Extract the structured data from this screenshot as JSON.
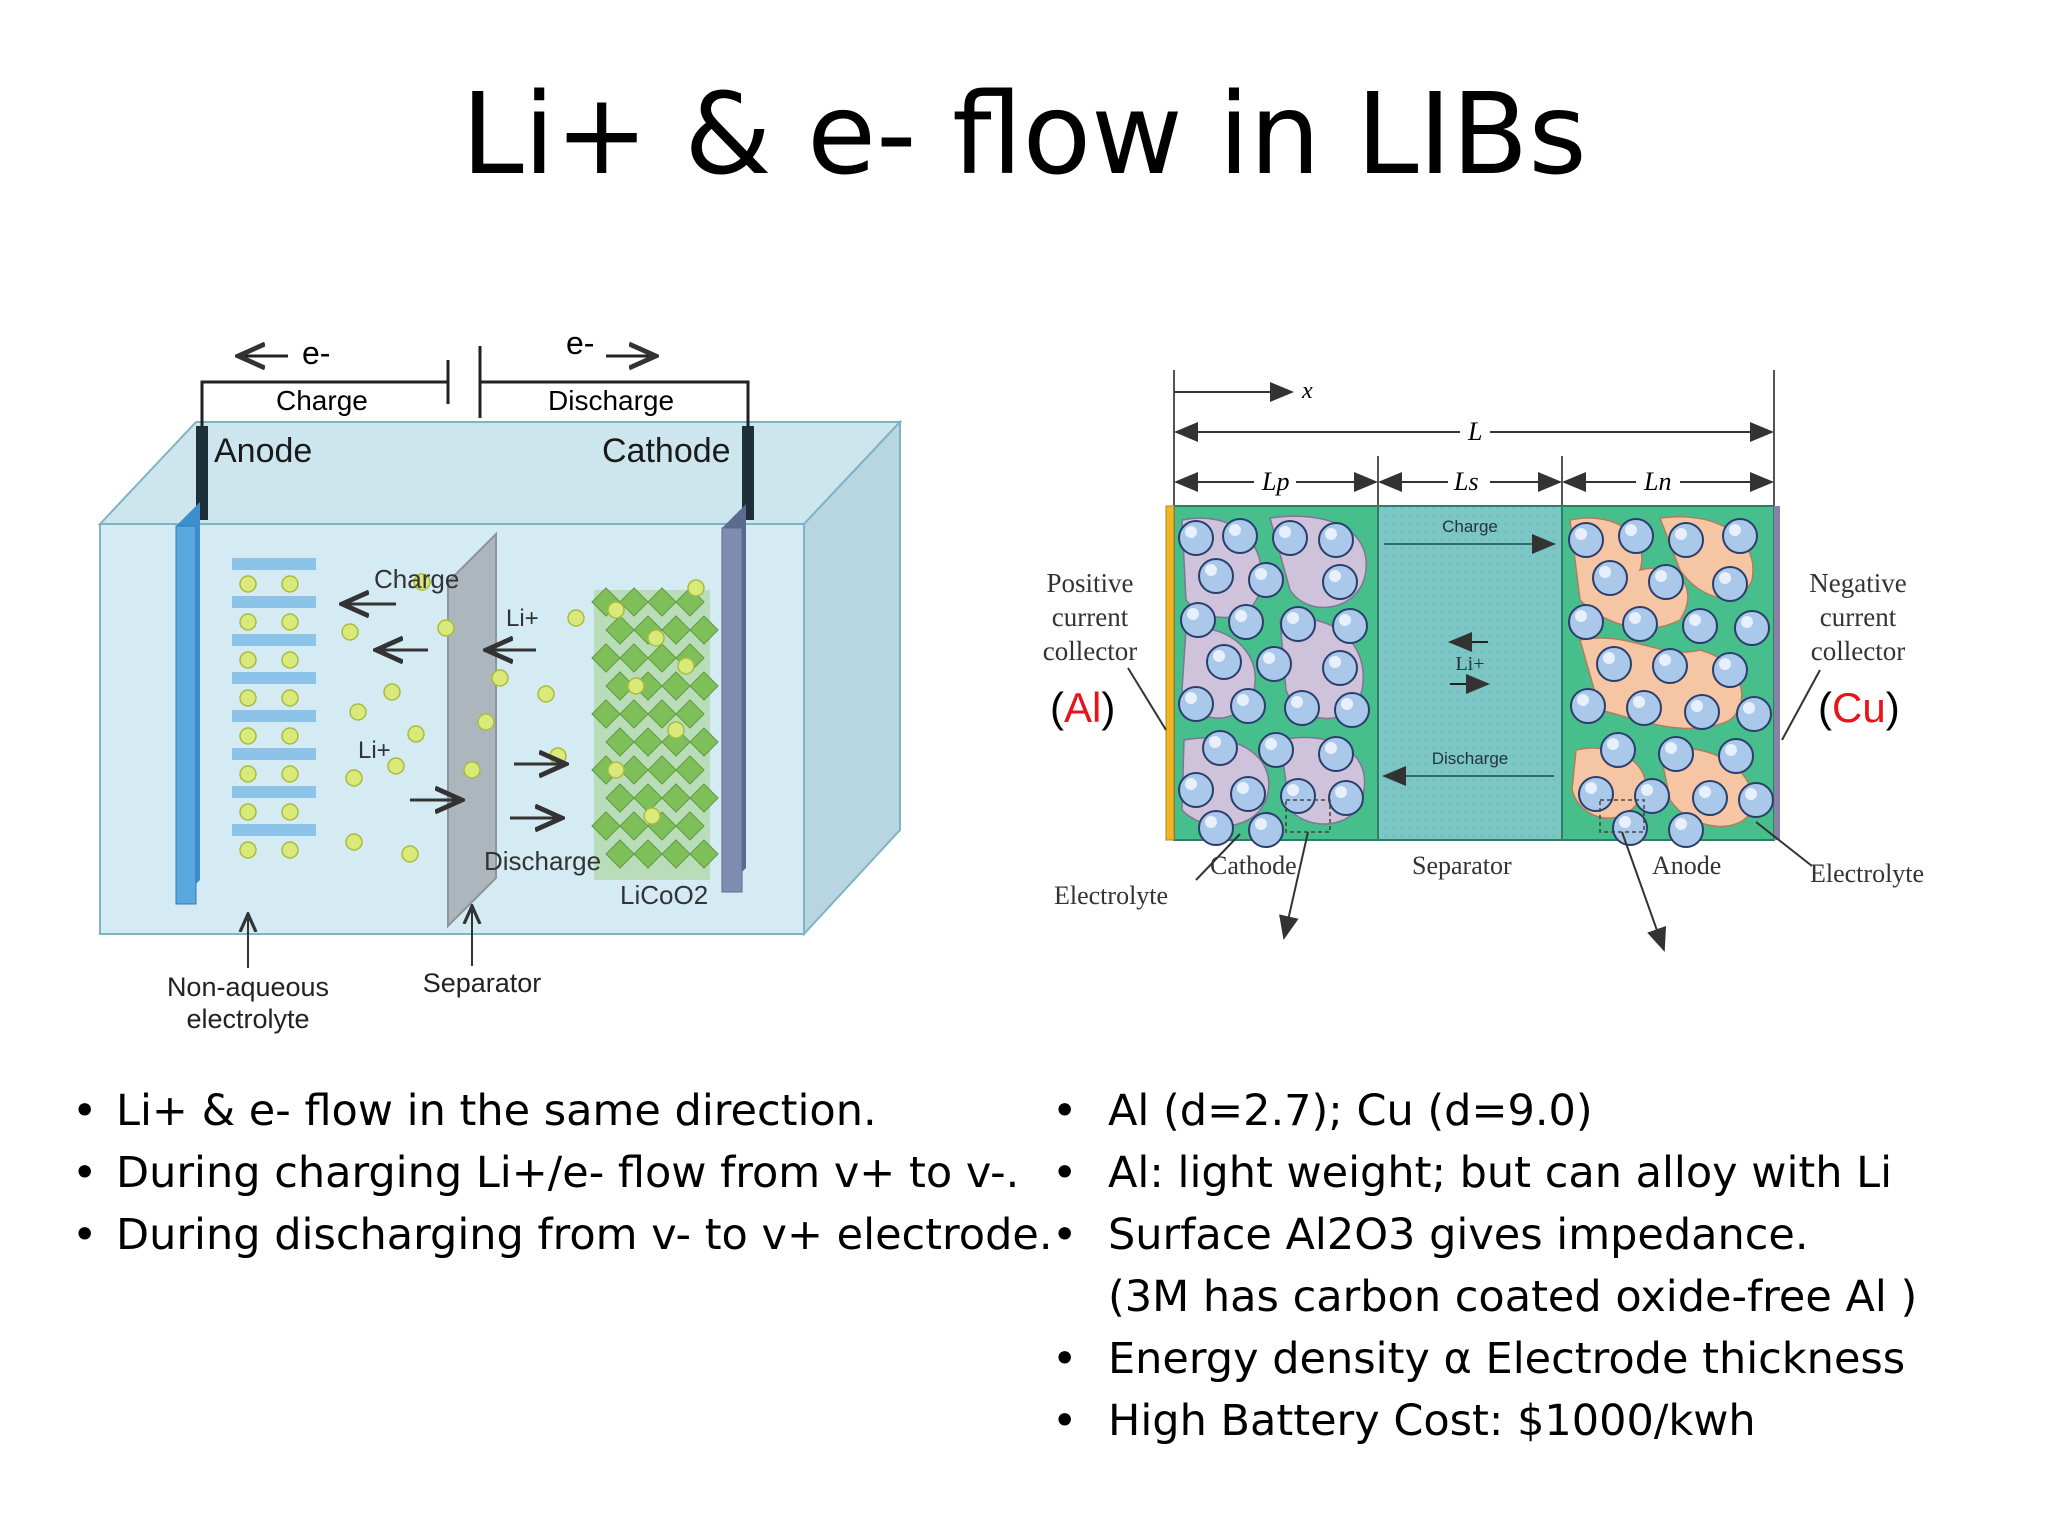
{
  "title": "Li+ & e- flow in LIBs",
  "left_figure": {
    "e_left": "e-",
    "e_right": "e-",
    "charge": "Charge",
    "discharge": "Discharge",
    "anode": "Anode",
    "cathode": "Cathode",
    "inner_charge": "Charge",
    "li_top": "Li+",
    "li_mid": "Li+",
    "inner_discharge": "Discharge",
    "licoo2": "LiCoO2",
    "electrolyte_line1": "Non-aqueous",
    "electrolyte_line2": "electrolyte",
    "separator": "Separator"
  },
  "right_figure": {
    "x_label": "x",
    "L": "L",
    "Lp": "Lp",
    "Ls": "Ls",
    "Ln": "Ln",
    "charge": "Charge",
    "li": "Li+",
    "discharge": "Discharge",
    "positive_line1": "Positive",
    "positive_line2": "current",
    "positive_line3": "collector",
    "al_open": "(",
    "al": "Al",
    "al_close": ")",
    "negative_line1": "Negative",
    "negative_line2": "current",
    "negative_line3": "collector",
    "cu_open": "(",
    "cu": "Cu",
    "cu_close": ")",
    "cathode": "Cathode",
    "separator": "Separator",
    "anode": "Anode",
    "electrolyte_left": "Electrolyte",
    "electrolyte_right": "Electrolyte",
    "highlight_color": "#e8141b"
  },
  "left_bullets": [
    "Li+ & e- flow in the same direction.",
    "During charging Li+/e- flow from v+ to v-.",
    "During discharging from v- to v+ electrode."
  ],
  "right_bullets": [
    "Al (d=2.7); Cu (d=9.0)",
    "Al: light weight; but can alloy with Li",
    "Surface Al2O3 gives impedance.",
    "(3M has carbon coated oxide-free Al )",
    "Energy density α Electrode thickness",
    "High Battery Cost: $1000/kwh"
  ]
}
